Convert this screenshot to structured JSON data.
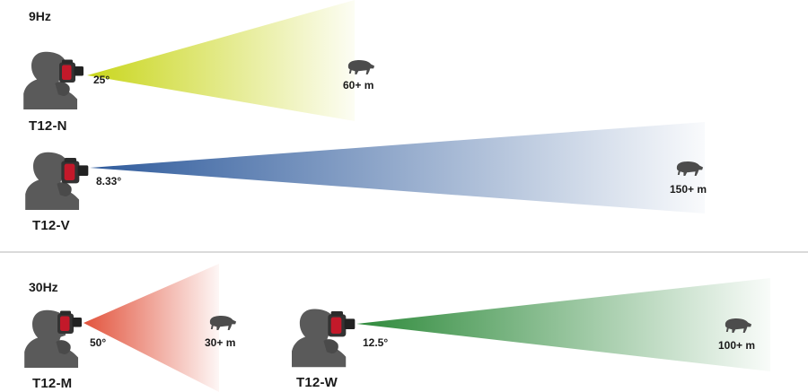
{
  "sections": [
    {
      "label": "9Hz",
      "devices": [
        {
          "model": "T12-N",
          "angle": "25°",
          "distance": "60+ m",
          "beam_color": "#c9d61c"
        },
        {
          "model": "T12-V",
          "angle": "8.33°",
          "distance": "150+ m",
          "beam_color": "#2f5b9c"
        }
      ]
    },
    {
      "label": "30Hz",
      "devices": [
        {
          "model": "T12-M",
          "angle": "50°",
          "distance": "30+ m",
          "beam_color": "#e2533c"
        },
        {
          "model": "T12-W",
          "angle": "12.5°",
          "distance": "100+ m",
          "beam_color": "#2e8a3b"
        }
      ]
    }
  ],
  "icons": {
    "person": "person-with-thermal-camera-icon",
    "animal": "wild-boar-icon"
  }
}
